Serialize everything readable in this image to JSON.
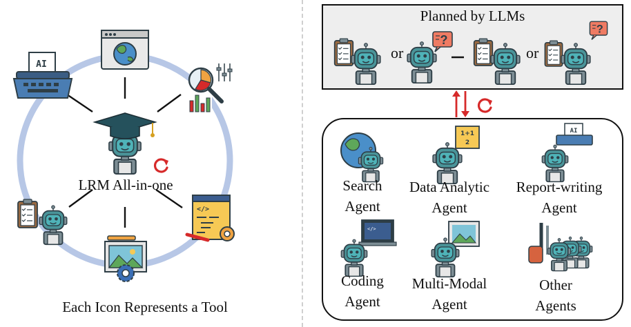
{
  "left": {
    "center_label": "LRM All-in-one",
    "caption": "Each Icon Represents a Tool",
    "tools": [
      "globe-browser-icon",
      "data-analysis-icon",
      "code-editor-icon",
      "image-settings-icon",
      "checklist-robot-icon",
      "typewriter-ai-icon"
    ]
  },
  "right": {
    "planned_title": "Planned by LLMs",
    "or_1": "or",
    "or_2": "or",
    "agents": [
      {
        "line1": "Search",
        "line2": "Agent"
      },
      {
        "line1": "Data Analytic",
        "line2": "Agent"
      },
      {
        "line1": "Report-writing",
        "line2": "Agent"
      },
      {
        "line1": "Coding",
        "line2": "Agent"
      },
      {
        "line1": "Multi-Modal",
        "line2": "Agent"
      },
      {
        "line1": "Other",
        "line2": "Agents"
      }
    ]
  },
  "colors": {
    "ring": "#b7c7e6",
    "robot": "#3f8f94",
    "robot_dark": "#2e3e46",
    "accent_red": "#d62a2a",
    "cap": "#25515c",
    "box_bg": "#eeeeee"
  }
}
